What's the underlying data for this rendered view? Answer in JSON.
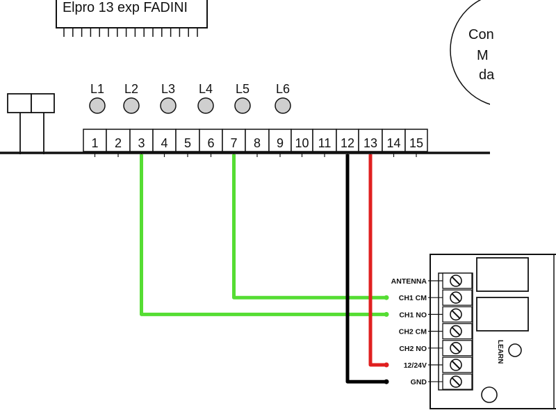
{
  "board": {
    "title": "Elpro 13 exp FADINI"
  },
  "note": {
    "lines": [
      "Con",
      "M",
      "da"
    ]
  },
  "leds": [
    {
      "label": "L1"
    },
    {
      "label": "L2"
    },
    {
      "label": "L3"
    },
    {
      "label": "L4"
    },
    {
      "label": "L5"
    },
    {
      "label": "L6"
    }
  ],
  "terminals": [
    "1",
    "2",
    "3",
    "4",
    "5",
    "6",
    "7",
    "8",
    "9",
    "10",
    "11",
    "12",
    "13",
    "14",
    "15"
  ],
  "receiver": {
    "pins": [
      "ANTENNA",
      "CH1 CM",
      "CH1 NO",
      "CH2 CM",
      "CH2 NO",
      "12/24V",
      "GND"
    ],
    "learn_label": "LEARN"
  },
  "wires": [
    {
      "from_terminal": "7",
      "to_pin": "CH1 CM",
      "color": "#55dd33"
    },
    {
      "from_terminal": "3",
      "to_pin": "CH1 NO",
      "color": "#55dd33"
    },
    {
      "from_terminal": "13",
      "to_pin": "12/24V",
      "color": "#e02020"
    },
    {
      "from_terminal": "12",
      "to_pin": "GND",
      "color": "#000000"
    }
  ]
}
